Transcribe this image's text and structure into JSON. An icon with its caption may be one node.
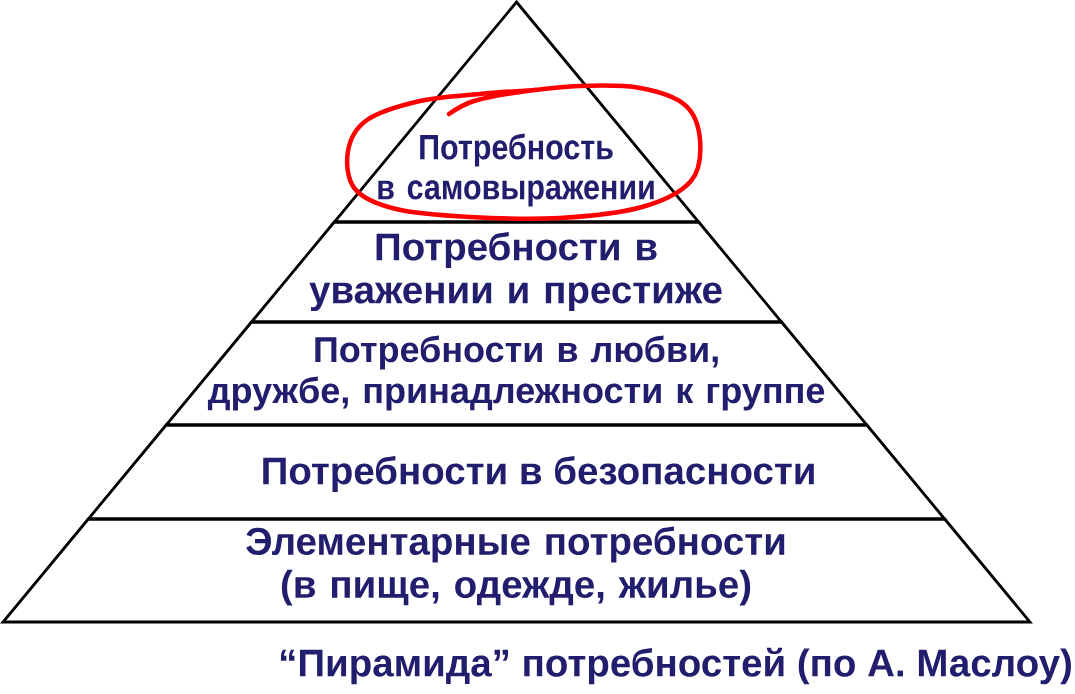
{
  "diagram": {
    "caption": "“Пирамида” потребностей (по А. Маслоу)",
    "nodes": [
      {
        "text": [
          "Потребность в самовыражении"
        ]
      },
      {
        "text": [
          "Потребности в уважении и престиже"
        ]
      },
      {
        "text": [
          "Потребности в любви, дружбе, принадлежности к группе"
        ]
      },
      {
        "text": [
          "Потребности в безопасности"
        ]
      },
      {
        "text": [
          "Элементарные потребности (в пище, одежде, жилье)"
        ]
      }
    ]
  }
}
